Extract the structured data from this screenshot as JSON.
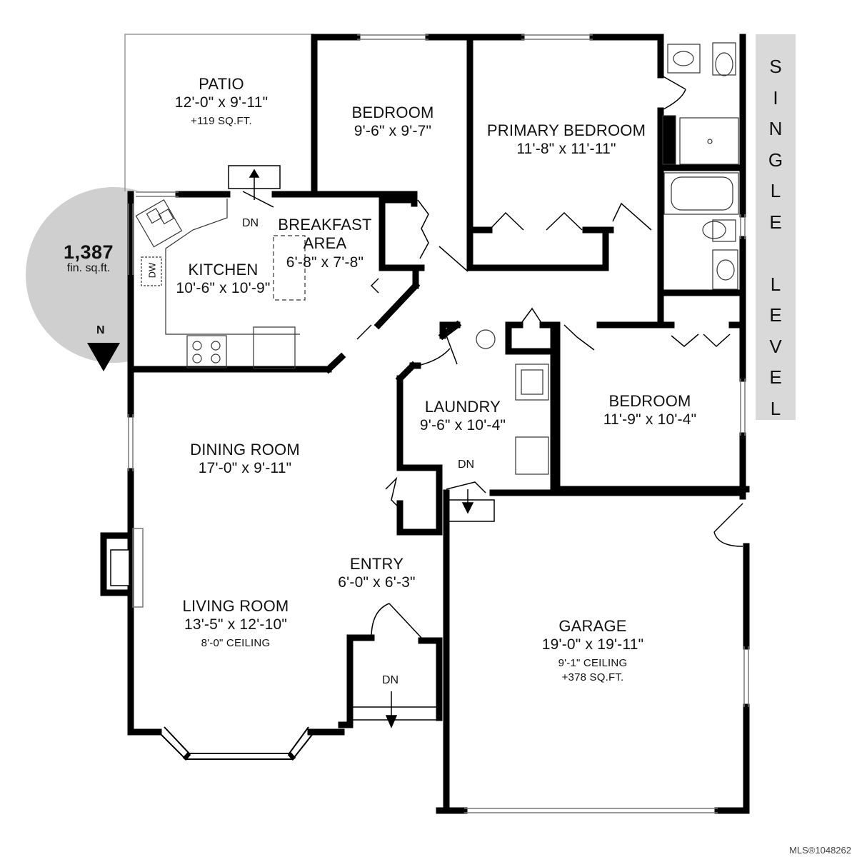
{
  "rooms": {
    "patio": {
      "name": "PATIO",
      "dims": "12'-0\" x 9'-11\"",
      "note": "+119 SQ.FT."
    },
    "bedroom1": {
      "name": "BEDROOM",
      "dims": "9'-6\" x 9'-7\""
    },
    "primary": {
      "name": "PRIMARY BEDROOM",
      "dims": "11'-8\" x 11'-11\""
    },
    "breakfast": {
      "name_line1": "BREAKFAST",
      "name_line2": "AREA",
      "dims": "6'-8\" x 7'-8\""
    },
    "kitchen": {
      "name": "KITCHEN",
      "dims": "10'-6\" x 10'-9\""
    },
    "laundry": {
      "name": "LAUNDRY",
      "dims": "9'-6\" x 10'-4\""
    },
    "bedroom2": {
      "name": "BEDROOM",
      "dims": "11'-9\" x 10'-4\""
    },
    "dining": {
      "name": "DINING ROOM",
      "dims": "17'-0\" x 9'-11\""
    },
    "entry": {
      "name": "ENTRY",
      "dims": "6'-0\" x 6'-3\""
    },
    "living": {
      "name": "LIVING ROOM",
      "dims": "13'-5\" x 12'-10\"",
      "note": "8'-0\" CEILING"
    },
    "garage": {
      "name": "GARAGE",
      "dims": "19'-0\" x 19'-11\"",
      "note1": "9'-1\" CEILING",
      "note2": "+378 SQ.FT."
    }
  },
  "stair_labels": {
    "patio": "DN",
    "laundry": "DN",
    "entry": "DN"
  },
  "appliance_labels": {
    "dishwasher": "DW"
  },
  "area_badge": {
    "value": "1,387",
    "unit": "fin. sq.ft."
  },
  "north": "N",
  "level": [
    "S",
    "I",
    "N",
    "G",
    "L",
    "E",
    "",
    "L",
    "E",
    "V",
    "E",
    "L"
  ],
  "footer": "MLS®1048262"
}
